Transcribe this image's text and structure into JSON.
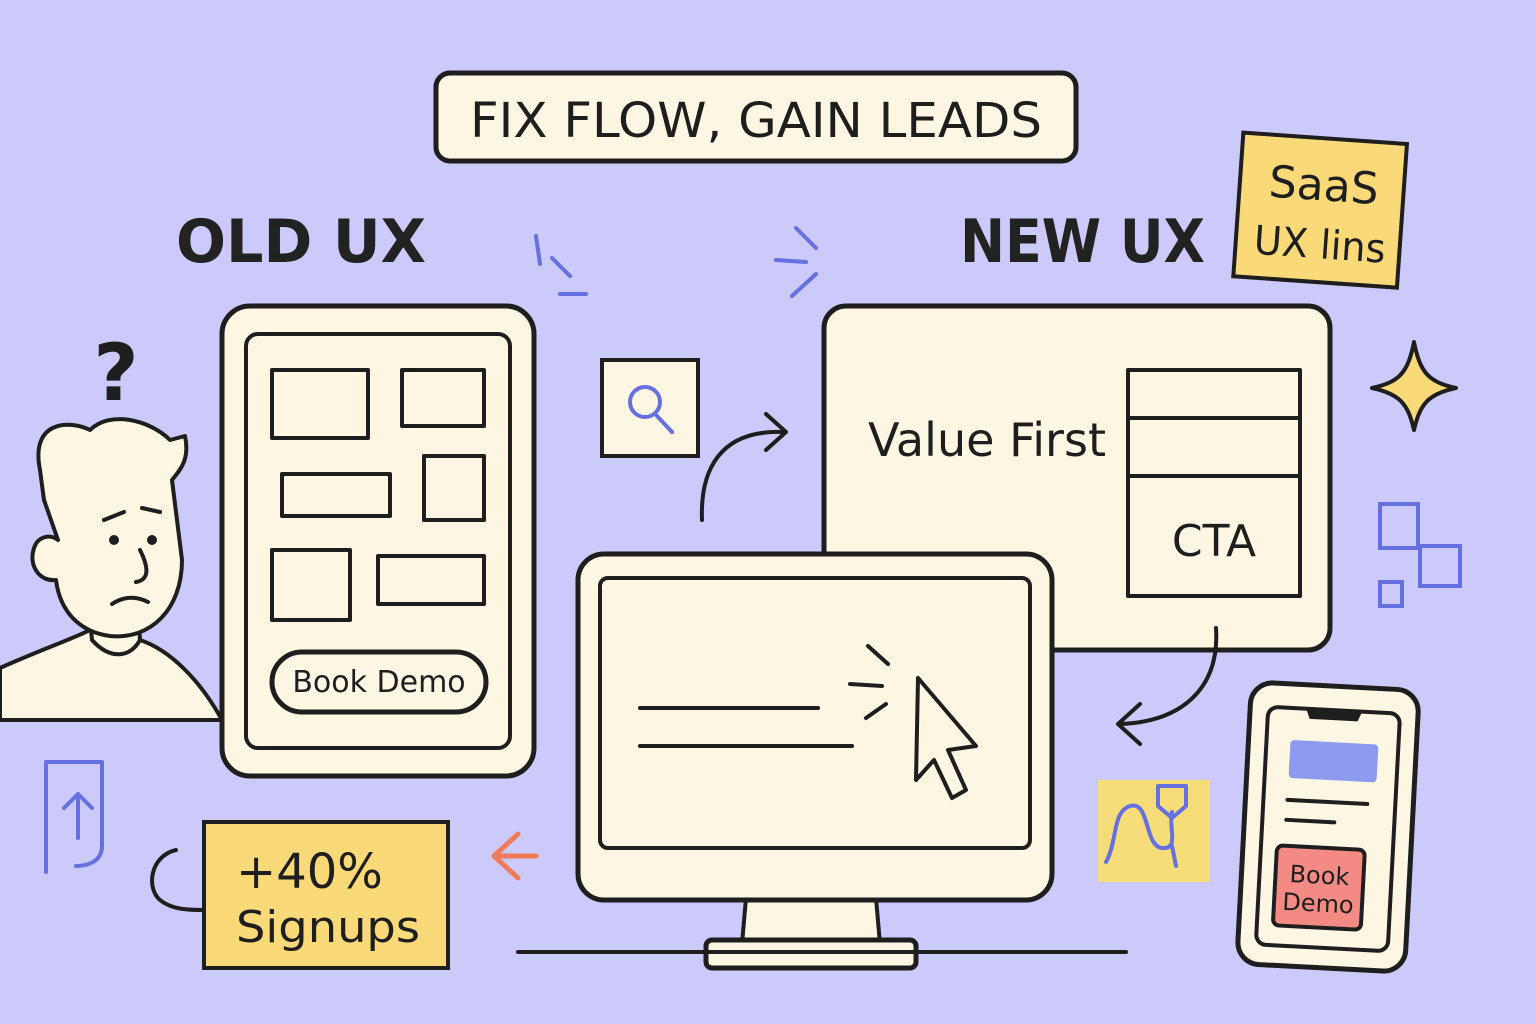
{
  "title_banner": {
    "text": "FIX FLOW, GAIN LEADS"
  },
  "old_ux": {
    "heading": "OLD UX",
    "question_mark": "?",
    "cta_label": "Book Demo"
  },
  "new_ux": {
    "heading": "NEW UX",
    "sticky_note": {
      "line1": "SaaS",
      "line2": "UX lins"
    },
    "panel_text": "Value First",
    "cta_label": "CTA"
  },
  "mobile": {
    "cta_line1": "Book",
    "cta_line2": "Demo"
  },
  "stat_note": {
    "line1": "+40%",
    "line2": "Signups"
  },
  "colors": {
    "background": "#cccafa",
    "cream": "#fdf6e3",
    "sticky_yellow": "#fad979",
    "accent_blue": "#6670e0",
    "accent_orange": "#f07b5a",
    "mobile_cta_red": "#f48a84",
    "mobile_bar_blue": "#8c9bf0"
  },
  "icons": [
    "question-icon",
    "confused-user-icon",
    "search-icon",
    "cursor-icon",
    "sparkle-icon",
    "squares-icon",
    "flow-path-icon",
    "upload-doc-icon",
    "arrow-icon"
  ]
}
